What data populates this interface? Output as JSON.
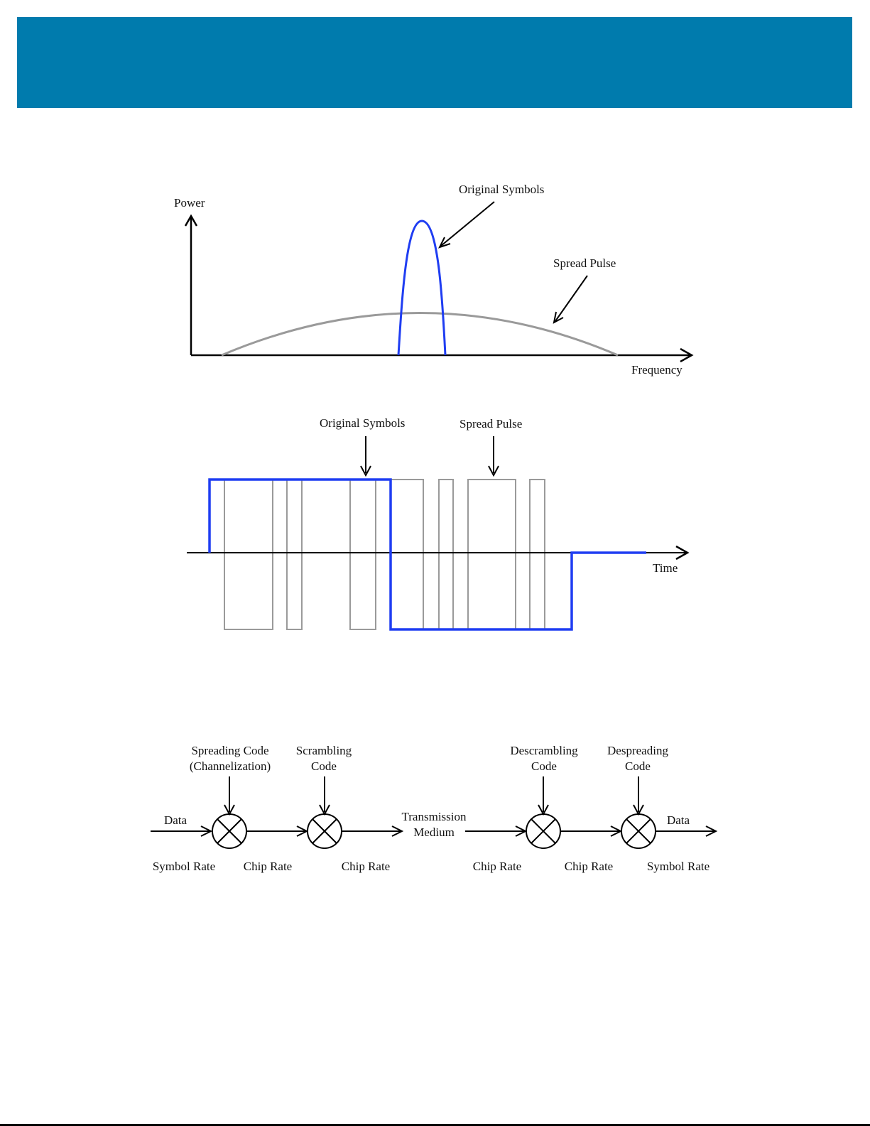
{
  "colors": {
    "banner": "#007bad",
    "original_symbols": "#1f3df2",
    "spread_pulse": "#9a9a9a",
    "axis": "#000000",
    "bottom_rule": "#000000"
  },
  "spectrum_diagram": {
    "y_axis_label": "Power",
    "x_axis_label": "Frequency",
    "original_symbols_label": "Original Symbols",
    "spread_pulse_label": "Spread Pulse"
  },
  "time_diagram": {
    "original_symbols_label": "Original Symbols",
    "spread_pulse_label": "Spread Pulse",
    "x_axis_label": "Time"
  },
  "block_diagram": {
    "spreading_code_line1": "Spreading Code",
    "spreading_code_line2": "(Channelization)",
    "scrambling_code_line1": "Scrambling",
    "scrambling_code_line2": "Code",
    "descrambling_code_line1": "Descrambling",
    "descrambling_code_line2": "Code",
    "despreading_code_line1": "Despreading",
    "despreading_code_line2": "Code",
    "data_in_label": "Data",
    "data_out_label": "Data",
    "transmission_line1": "Transmission",
    "transmission_line2": "Medium",
    "rate_labels": [
      "Symbol Rate",
      "Chip Rate",
      "Chip Rate",
      "Chip Rate",
      "Chip Rate",
      "Symbol Rate"
    ]
  }
}
